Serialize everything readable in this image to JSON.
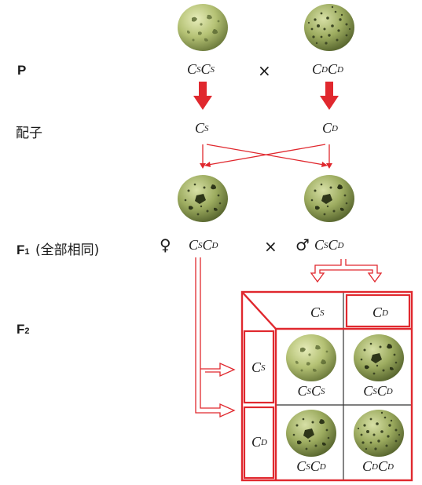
{
  "rows": {
    "p": "P",
    "gamete": "配子",
    "f1_label": "F",
    "f1_sub": "1",
    "f1_note": "(全部相同)",
    "f2_label": "F",
    "f2_sub": "2"
  },
  "parents": {
    "left": {
      "base1": "C",
      "sup1": "S",
      "base2": "C",
      "sup2": "S"
    },
    "right": {
      "base1": "C",
      "sup1": "D",
      "base2": "C",
      "sup2": "D"
    },
    "cross": "×"
  },
  "gametes": {
    "left": {
      "base": "C",
      "sup": "S"
    },
    "right": {
      "base": "C",
      "sup": "D"
    }
  },
  "f1": {
    "female_symbol": "♀",
    "male_symbol": "♂",
    "cross": "×",
    "left": {
      "base1": "C",
      "sup1": "S",
      "base2": "C",
      "sup2": "D"
    },
    "right": {
      "base1": "C",
      "sup1": "S",
      "base2": "C",
      "sup2": "D"
    }
  },
  "punnett": {
    "col_headers": [
      {
        "base": "C",
        "sup": "S"
      },
      {
        "base": "C",
        "sup": "D"
      }
    ],
    "row_headers": [
      {
        "base": "C",
        "sup": "S"
      },
      {
        "base": "C",
        "sup": "D"
      }
    ],
    "cells": [
      {
        "base1": "C",
        "sup1": "S",
        "base2": "C",
        "sup2": "S",
        "phenotype": "sparse"
      },
      {
        "base1": "C",
        "sup1": "S",
        "base2": "C",
        "sup2": "D",
        "phenotype": "mixed"
      },
      {
        "base1": "C",
        "sup1": "S",
        "base2": "C",
        "sup2": "D",
        "phenotype": "mixed"
      },
      {
        "base1": "C",
        "sup1": "D",
        "base2": "C",
        "sup2": "D",
        "phenotype": "dense"
      }
    ]
  },
  "colors": {
    "arrow_red": "#e0282e",
    "box_line": "#333333",
    "seed_green": "#b7c47a"
  }
}
